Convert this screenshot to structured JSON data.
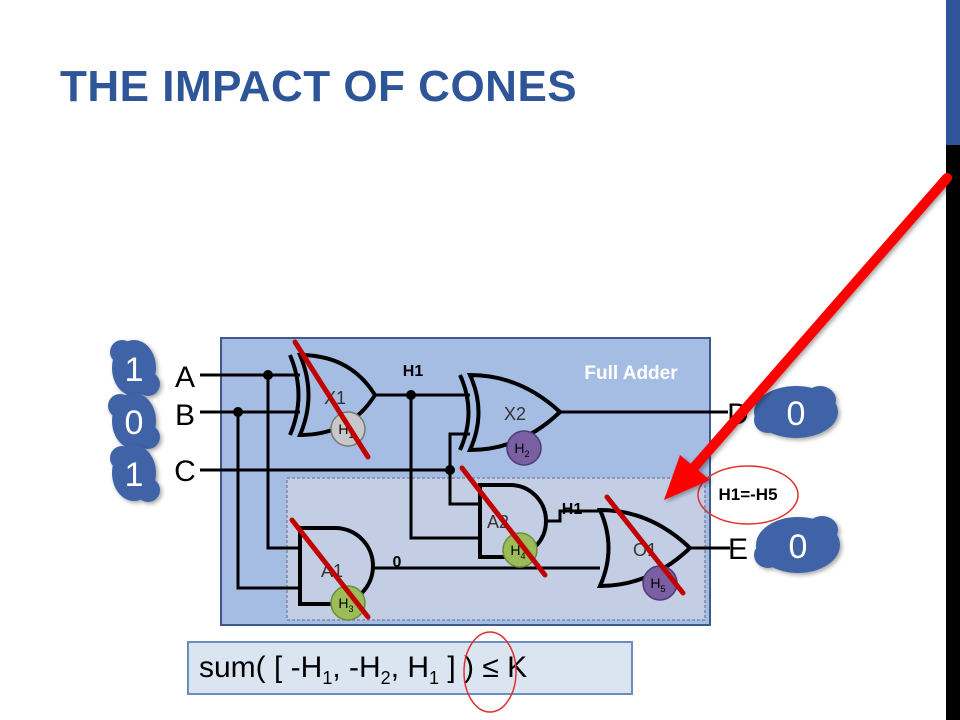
{
  "slide": {
    "title": "THE IMPACT OF CONES"
  },
  "diagram": {
    "box_label": "Full Adder",
    "inputs": [
      {
        "name": "A",
        "value": "1"
      },
      {
        "name": "B",
        "value": "0"
      },
      {
        "name": "C",
        "value": "1"
      }
    ],
    "outputs": [
      {
        "name": "D",
        "value": "0"
      },
      {
        "name": "E",
        "value": "0"
      }
    ],
    "gates": [
      {
        "id": "X1",
        "label": "X1",
        "badge_main": "H",
        "badge_sub": "1",
        "crossed": true
      },
      {
        "id": "X2",
        "label": "X2",
        "badge_main": "H",
        "badge_sub": "2",
        "crossed": false
      },
      {
        "id": "A1",
        "label": "A1",
        "badge_main": "H",
        "badge_sub": "3",
        "crossed": true
      },
      {
        "id": "A2",
        "label": "A2",
        "badge_main": "H",
        "badge_sub": "4",
        "crossed": true
      },
      {
        "id": "O1",
        "label": "O1",
        "badge_main": "H",
        "badge_sub": "5",
        "crossed": true
      }
    ],
    "wire_labels": {
      "x1_out": "H1",
      "a2_out": "H1",
      "a1_out": "0",
      "equation": "H1=-H5"
    },
    "colors": {
      "box_fill": "#a6bde3",
      "inner_box_fill": "#c3cde4",
      "cloud": "#3f63a8",
      "badge_gray": "#c8c8c8",
      "badge_purple": "#7b5fa3",
      "badge_green": "#9cbc59",
      "cross": "#c00000",
      "arrow": "#ff0000",
      "circle": "#e03030"
    }
  },
  "formula": {
    "prefix": "sum( [ -H",
    "sub1": "1",
    "mid1": ", -H",
    "sub2": "2",
    "mid2": ", H",
    "sub3": "1",
    "suffix": " ] ) ≤ K"
  }
}
